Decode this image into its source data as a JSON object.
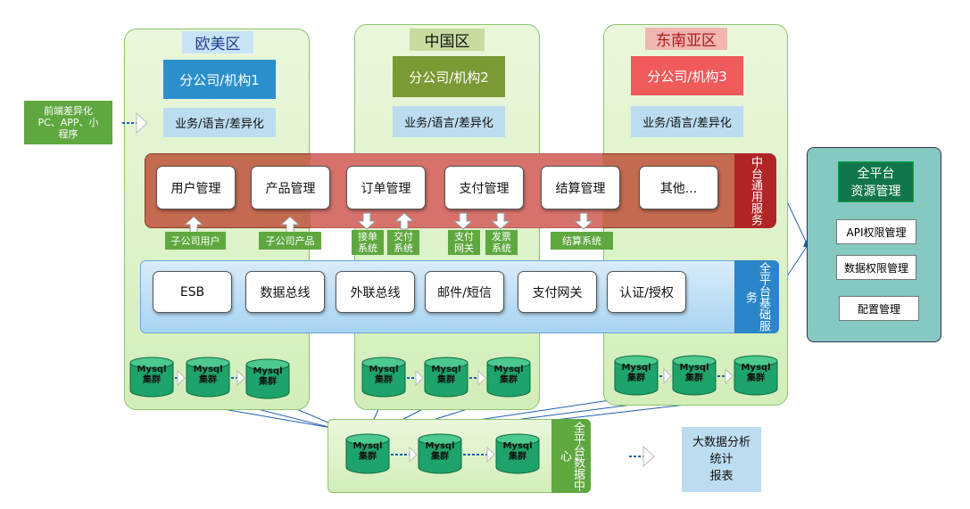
{
  "regions": {
    "europe": "欧美区",
    "china": "中国区",
    "sea": "东南亚区"
  },
  "branches": [
    "分公司/机构1",
    "分公司/机构2",
    "分公司/机构3"
  ],
  "lang_label": "业务/语言/差异化",
  "frontend": {
    "line1": "前端差异化",
    "line2": "PC、APP、小",
    "line3": "程序"
  },
  "middle": {
    "title": "中台通用服务",
    "modules": [
      "用户管理",
      "产品管理",
      "订单管理",
      "支付管理",
      "结算管理",
      "其他..."
    ]
  },
  "tags": {
    "sub_user": "子公司用户",
    "sub_product": "子公司产品",
    "order_sys_1": "接单",
    "order_sys_2": "系统",
    "deliver_1": "交付",
    "deliver_2": "系统",
    "payment_1": "支付",
    "payment_2": "网关",
    "invoice_1": "发票",
    "invoice_2": "系统",
    "settle": "结算系统"
  },
  "base": {
    "title": "全平台基础服务",
    "modules": [
      "ESB",
      "数据总线",
      "外联总线",
      "邮件/短信",
      "支付网关",
      "认证/授权"
    ]
  },
  "db": {
    "l1": "Mysql",
    "l2": "集群"
  },
  "data_center": {
    "title": "全平台数据中心"
  },
  "resource": {
    "title_1": "全平台",
    "title_2": "资源管理",
    "items": [
      "API权限管理",
      "数据权限管理",
      "配置管理"
    ]
  },
  "bigdata": {
    "l1": "大数据分析",
    "l2": "统计",
    "l3": "报表"
  },
  "colors": {
    "eu": "#2b8fcc",
    "cn": "#7a9a34",
    "sea": "#f05a5a",
    "middle": "#c46a50",
    "middle_title": "#b22525",
    "base_title": "#2a86c8",
    "resource_bg": "#86c8c2",
    "resource_title": "#11774a"
  }
}
